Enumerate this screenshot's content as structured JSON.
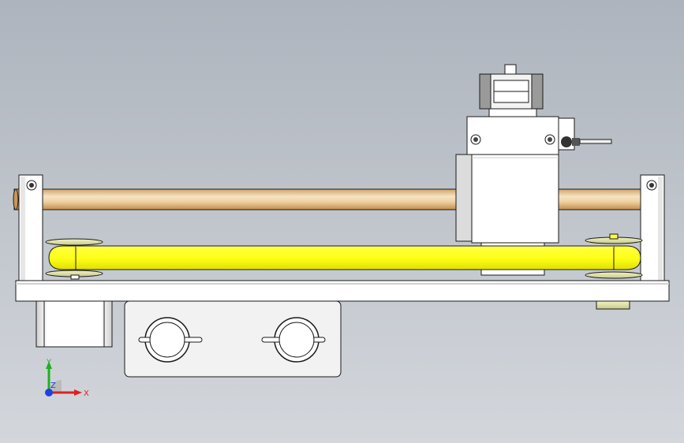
{
  "viewport": {
    "background_top": "#aeb4bd",
    "background_bottom": "#d3d7dc",
    "part_fill": "#ffffff",
    "part_shade": "#d9d9d9",
    "outline": "#1a1a1a",
    "rod_light": "#f5e3c4",
    "rod_dark": "#d2a367",
    "belt_color": "#ffff19",
    "belt_shade": "#d8d800",
    "pulley_color": "#e6e6a8"
  },
  "axis_triad": {
    "x_label": "X",
    "y_label": "Y",
    "z_label": "Z",
    "x_color": "#e02020",
    "y_color": "#20b020",
    "z_color": "#2040e0"
  }
}
